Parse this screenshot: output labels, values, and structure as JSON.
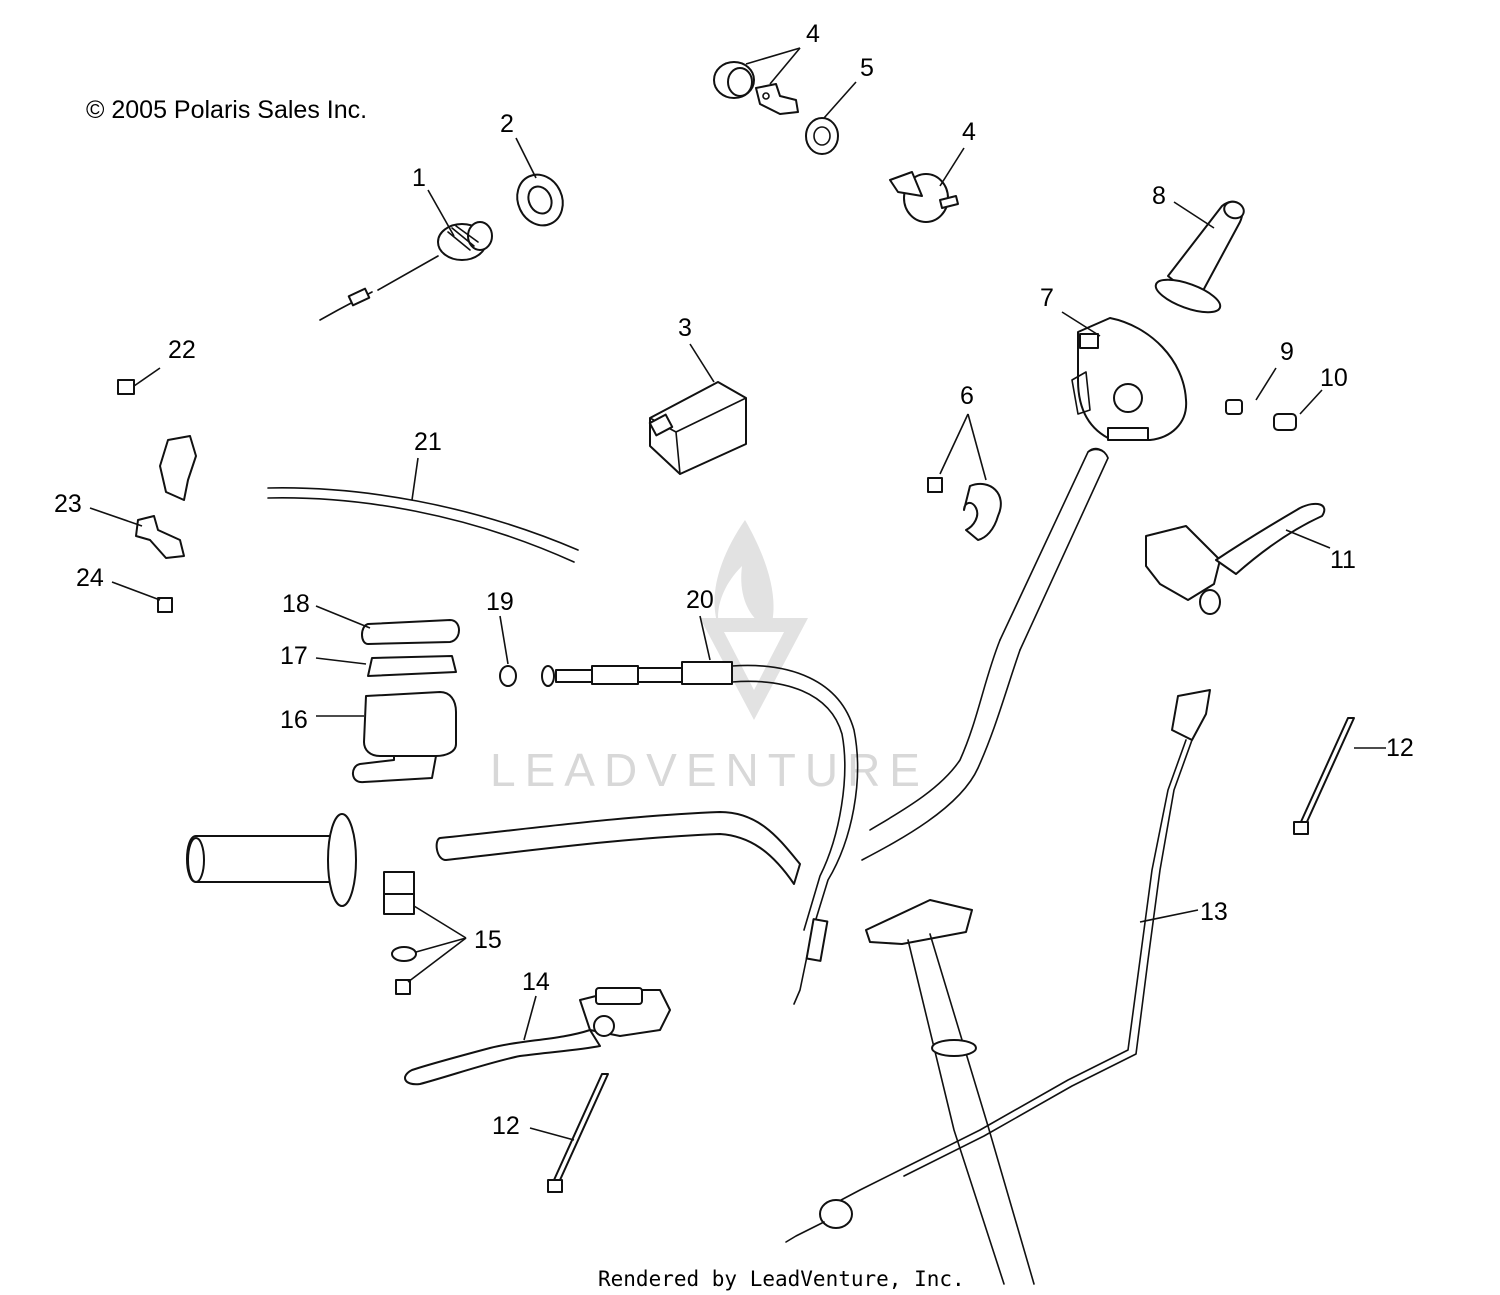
{
  "copyright": "© 2005 Polaris Sales Inc.",
  "credit": "Rendered by LeadVenture, Inc.",
  "watermark": "LEADVENTURE",
  "callouts": [
    "1",
    "2",
    "3",
    "4",
    "4",
    "5",
    "6",
    "7",
    "8",
    "9",
    "10",
    "11",
    "12",
    "12",
    "13",
    "14",
    "15",
    "16",
    "17",
    "18",
    "19",
    "20",
    "21",
    "22",
    "23",
    "24"
  ]
}
